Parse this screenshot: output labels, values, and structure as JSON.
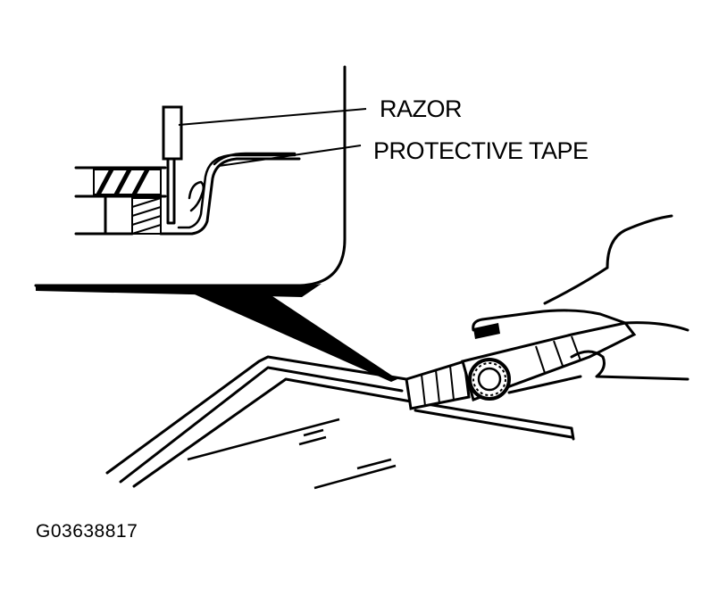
{
  "labels": {
    "razor": "RAZOR",
    "protective_tape": "PROTECTIVE TAPE"
  },
  "figure_id": "G03638817",
  "colors": {
    "ink": "#000000",
    "paper": "#ffffff"
  }
}
